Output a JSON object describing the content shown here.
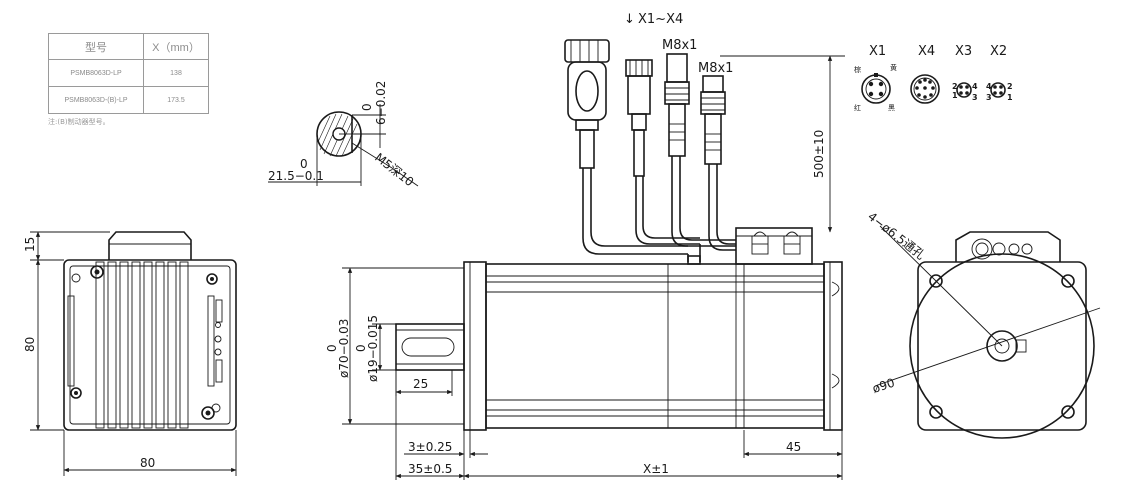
{
  "spec_table": {
    "headers": [
      "型号",
      "X（mm）"
    ],
    "rows": [
      {
        "model": "PSMB8063D-LP",
        "x": "138"
      },
      {
        "model": "PSMB8063D-(B)-LP",
        "x": "173.5"
      }
    ],
    "note": "注:(B)制动器型号。"
  },
  "shaft_section": {
    "tol_top": "0",
    "tol_bottom": "6−0.02",
    "tol_base_top": "0",
    "tol_base": "21.5−0.1",
    "thread": "M5深10"
  },
  "cable_labels": {
    "group": "X1~X4",
    "group_arrow": "↓",
    "plug_a": "M8x1",
    "plug_b": "M8x1",
    "length": "500±10"
  },
  "pinouts": {
    "titles": [
      "X1",
      "X4",
      "X3",
      "X2"
    ],
    "x1_marks": [
      "棕",
      "黄",
      "红",
      "黑"
    ],
    "x3_pins": [
      "2",
      "4",
      "1",
      "3"
    ],
    "x2_pins": [
      "4",
      "2",
      "3",
      "1"
    ]
  },
  "end_view": {
    "dim_top": "15",
    "dim_height": "80",
    "dim_width": "80"
  },
  "side_view": {
    "flange_tol_top": "0",
    "flange_tol": "ø70−0.03",
    "shaft_tol_top": "0",
    "shaft_tol": "ø19−0.015",
    "shaft_len": "25",
    "pilot": "3±0.25",
    "shaft_total": "35±0.5",
    "body_len": "X±1",
    "rear_len": "45"
  },
  "front_view": {
    "holes": "4−ø6.5通孔",
    "pcd": "ø90"
  }
}
